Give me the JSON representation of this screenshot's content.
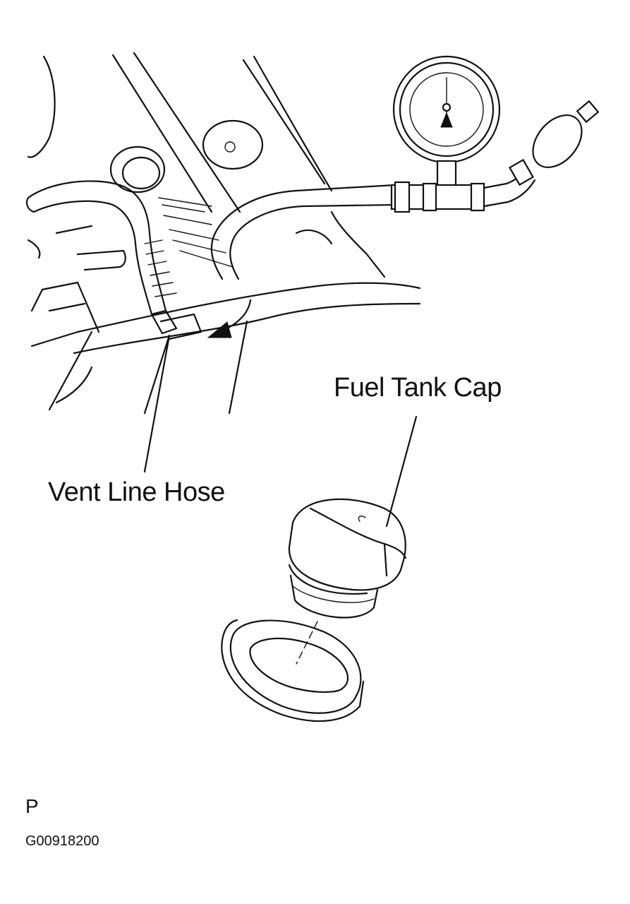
{
  "labels": {
    "fuel_tank_cap": "Fuel Tank Cap",
    "vent_line_hose": "Vent Line Hose",
    "mark": "P",
    "figure_code": "G00918200"
  },
  "colors": {
    "ink": "#111111",
    "background": "#ffffff"
  }
}
